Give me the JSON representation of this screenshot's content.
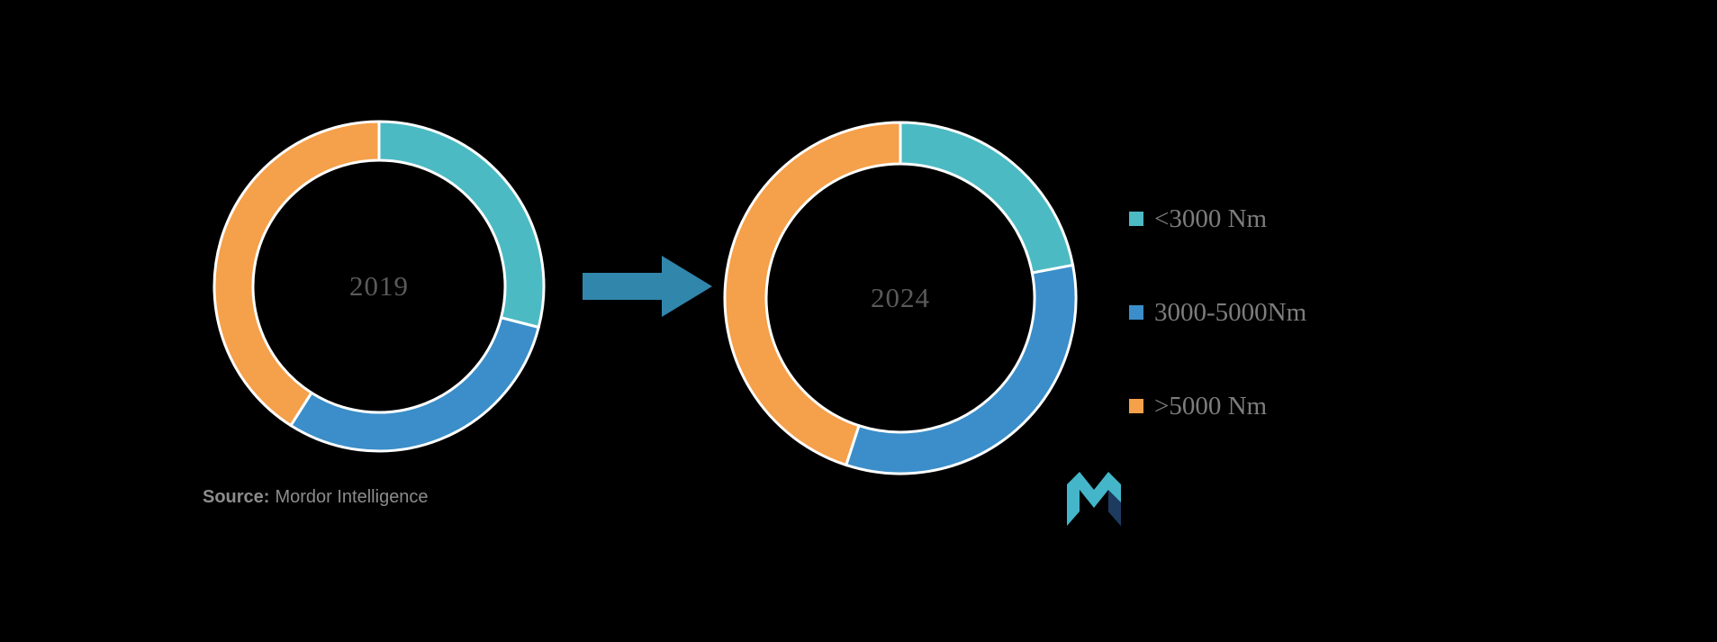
{
  "chart_data": {
    "type": "pie",
    "subtype": "donut",
    "note": "Two donut charts comparing composition in 2019 vs 2024; segment sizes estimated from arc angles, no numeric data labels shown",
    "categories": [
      "<3000 Nm",
      "3000-5000Nm",
      ">5000 Nm"
    ],
    "series": [
      {
        "name": "2019",
        "values": [
          29,
          30,
          41
        ]
      },
      {
        "name": "2024",
        "values": [
          22,
          33,
          45
        ]
      }
    ],
    "colors": [
      "#4cbac3",
      "#3b8ec9",
      "#f5a04a"
    ],
    "legend_position": "right"
  },
  "arrow": {
    "direction": "right"
  },
  "source": {
    "prefix": "Source:",
    "text": "Mordor Intelligence"
  },
  "colors": {
    "background": "#000000",
    "arrow": "#3186ab",
    "segment_stroke": "#ffffff",
    "year_label": "#5a5a5a",
    "legend_text": "#7d7d7d",
    "source_text": "#8c8c8c",
    "logo_teal": "#45b6c9",
    "logo_navy": "#1d3a5f"
  }
}
